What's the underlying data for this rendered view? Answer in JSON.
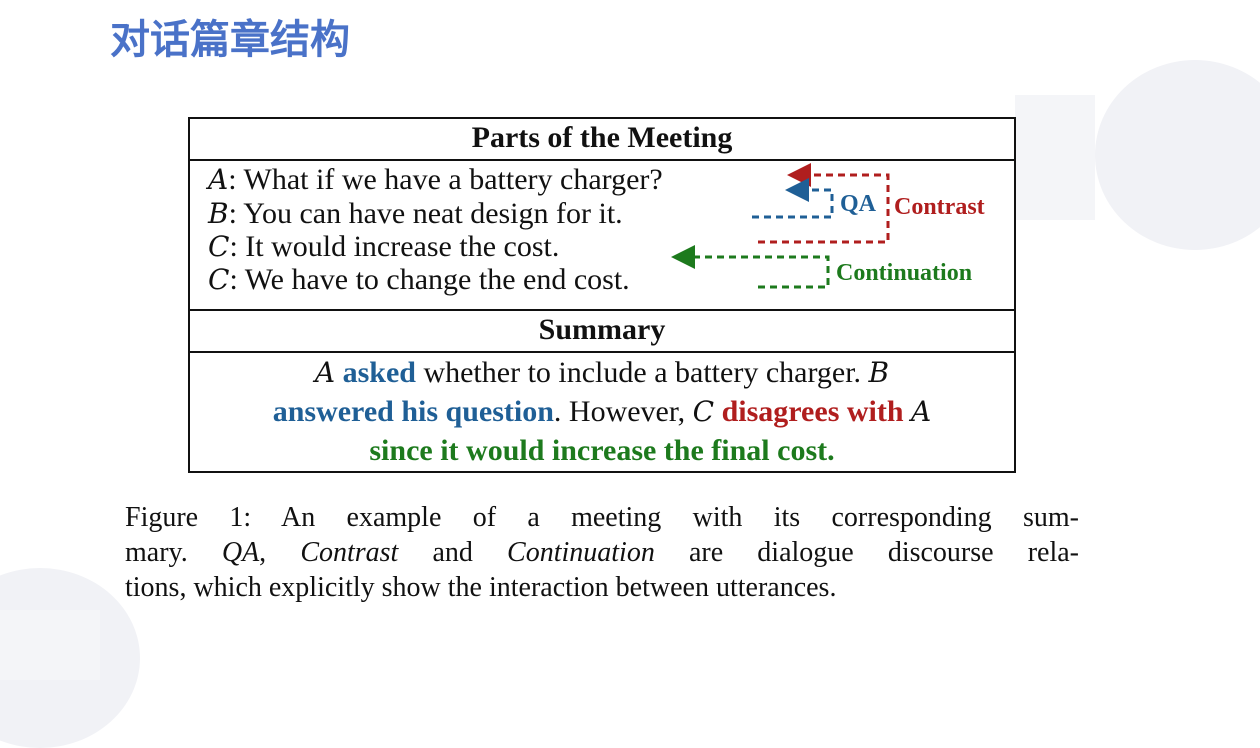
{
  "slide": {
    "title": "对话篇章结构"
  },
  "figure": {
    "meeting_header": "Parts of the Meeting",
    "utterances": [
      {
        "speaker": "A",
        "text": ": What if we have a battery charger?"
      },
      {
        "speaker": "B",
        "text": ": You can have neat design for it."
      },
      {
        "speaker": "C",
        "text": ": It would increase the cost."
      },
      {
        "speaker": "C",
        "text": ": We have to change the end cost."
      }
    ],
    "relations": {
      "qa": {
        "label": "QA",
        "color": "#1f5f96"
      },
      "contrast": {
        "label": "Contrast",
        "color": "#b01e1e"
      },
      "continuation": {
        "label": "Continuation",
        "color": "#1d7a1d"
      }
    },
    "summary_header": "Summary",
    "summary": {
      "s1": "A",
      "t1": " asked",
      "t2": " whether to include a battery charger. ",
      "s2": "B",
      "t3": "answered his question",
      "t4": ". However, ",
      "s3": "C",
      "t5": " disagrees with ",
      "s4": "A",
      "t6": "since it would increase the final cost."
    }
  },
  "caption": {
    "l1": "Figure 1:  An example of a meeting with its corresponding sum-",
    "l2a": "mary. ",
    "l2b": "QA",
    "l2c": ", ",
    "l2d": "Contrast",
    "l2e": " and ",
    "l2f": "Continuation",
    "l2g": " are dialogue discourse rela-",
    "l3": "tions, which explicitly show the interaction between utterances."
  }
}
